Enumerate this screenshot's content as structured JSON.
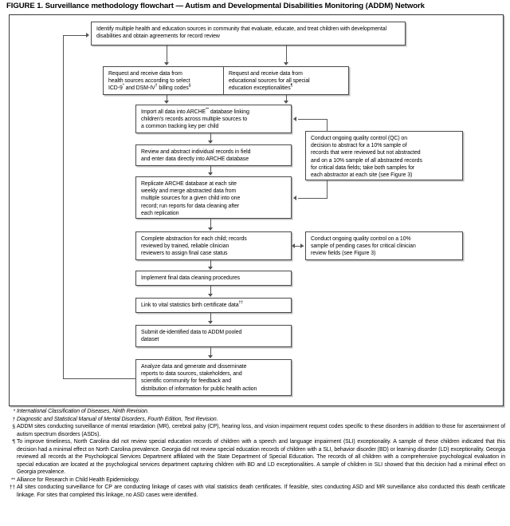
{
  "figure": {
    "title": "FIGURE 1. Surveillance methodology flowchart — Autism and Developmental Disabilities Monitoring (ADDM) Network"
  },
  "flowchart": {
    "nodes": [
      {
        "id": "identify-sources",
        "text": "Identify multiple health and education sources in community that evaluate, educate, and treat children with developmental disabilities and obtain agreements for record review"
      },
      {
        "id": "request-health-data",
        "line1": "Request and receive data from",
        "line2": "health sources according to select",
        "line3_pre": "ICD-9",
        "line3_mark1": "*",
        "line3_mid": " and DSM-IV",
        "line3_mark2": "†",
        "line3_post": " billing codes",
        "line3_mark3": "§"
      },
      {
        "id": "request-education-data",
        "line1": "Request and receive data from",
        "line2": "educational sources for all special",
        "line3_pre": "education exceptionalities",
        "line3_mark": "¶"
      },
      {
        "id": "import-arche",
        "line1_pre": "Import all data into ARCHE",
        "line1_mark": "**",
        "line1_post": " database linking",
        "line2": "children's records across multiple sources to",
        "line3": "a common tracking key per child"
      },
      {
        "id": "review-abstract",
        "line1": "Review and abstract individual records in field",
        "line2": "and enter data directly into ARCHE database"
      },
      {
        "id": "replicate-arche",
        "line1": "Replicate ARCHE database at each site",
        "line2": "weekly and merge abstracted data from",
        "line3": "multiple sources for a given child into one",
        "line4": "record; run reports for data cleaning after",
        "line5": "each replication"
      },
      {
        "id": "qc-abstraction",
        "line1": "Conduct ongoing quality control (QC) on",
        "line2": "decision to abstract for a 10% sample of",
        "line3": "records that were reviewed but not abstracted",
        "line4": "and on a 10% sample of all abstracted records",
        "line5": "for critical data fields; take both samples for",
        "line6": "each abstractor at each site (see Figure 3)"
      },
      {
        "id": "complete-abstraction",
        "line1": "Complete abstraction for each child; records",
        "line2": "reviewed by trained, reliable clinician",
        "line3": "reviewers to assign final case status"
      },
      {
        "id": "qc-clinician",
        "line1": "Conduct ongoing quality control on a 10%",
        "line2": "sample of pending cases for critical clinician",
        "line3": "review fields (see Figure 3)"
      },
      {
        "id": "final-cleaning",
        "line1": "Implement final data cleaning procedures"
      },
      {
        "id": "link-vital-statistics",
        "line1_pre": "Link to vital statistics birth certificate data",
        "line1_mark": "††"
      },
      {
        "id": "submit-pooled",
        "line1": "Submit de-identified data to ADDM pooled",
        "line2": "dataset"
      },
      {
        "id": "analyze-disseminate",
        "line1": "Analyze data and generate and disseminate",
        "line2": "reports to data sources, stakeholders, and",
        "line3": "scientific community for feedback and",
        "line4": "distribution of information for public health action"
      }
    ]
  },
  "footnotes": [
    {
      "mark": "*",
      "italic": true,
      "text": "International Classification of Diseases, Ninth Revision."
    },
    {
      "mark": "†",
      "italic": true,
      "text": "Diagnostic and Statistical Manual of Mental Disorders, Fourth Edition, Text Revision."
    },
    {
      "mark": "§",
      "italic": false,
      "text": "ADDM sites conducting surveillance of mental retardation (MR), cerebral palsy (CP), hearing loss, and vision impairment request codes specific to these disorders in addition to those for ascertainment of autism spectrum disorders (ASDs)."
    },
    {
      "mark": "¶",
      "italic": false,
      "text": "To improve timeliness, North Carolina did not review special education records of children with a speech and language impairment (SLI) exceptionality. A sample of these children indicated that this decision had a minimal effect on North Carolina prevalence. Georgia did not review special education records of children with a SLI, behavior disorder (BD) or learning disorder (LD) exceptionality. Georgia reviewed all records at the Psychological Services Department affiliated with the State Department of Special Education. The records of all children with a comprehensive psychological evaluation in special education are located at the psychological services department capturing children with BD and LD exceptionalities. A sample of children in SLI showed that this decision had a minimal effect on Georgia prevalence."
    },
    {
      "mark": "**",
      "italic": false,
      "text": "Alliance for Research in Child Health Epidemiology."
    },
    {
      "mark": "††",
      "italic": false,
      "text": "All sites conducting surveillance for CP are conducting linkage of cases with vital statistics death certificates. If feasible, sites conducting ASD and MR surveillance also conducted this death certificate linkage. For sites that completed this linkage, no ASD cases were identified."
    }
  ]
}
